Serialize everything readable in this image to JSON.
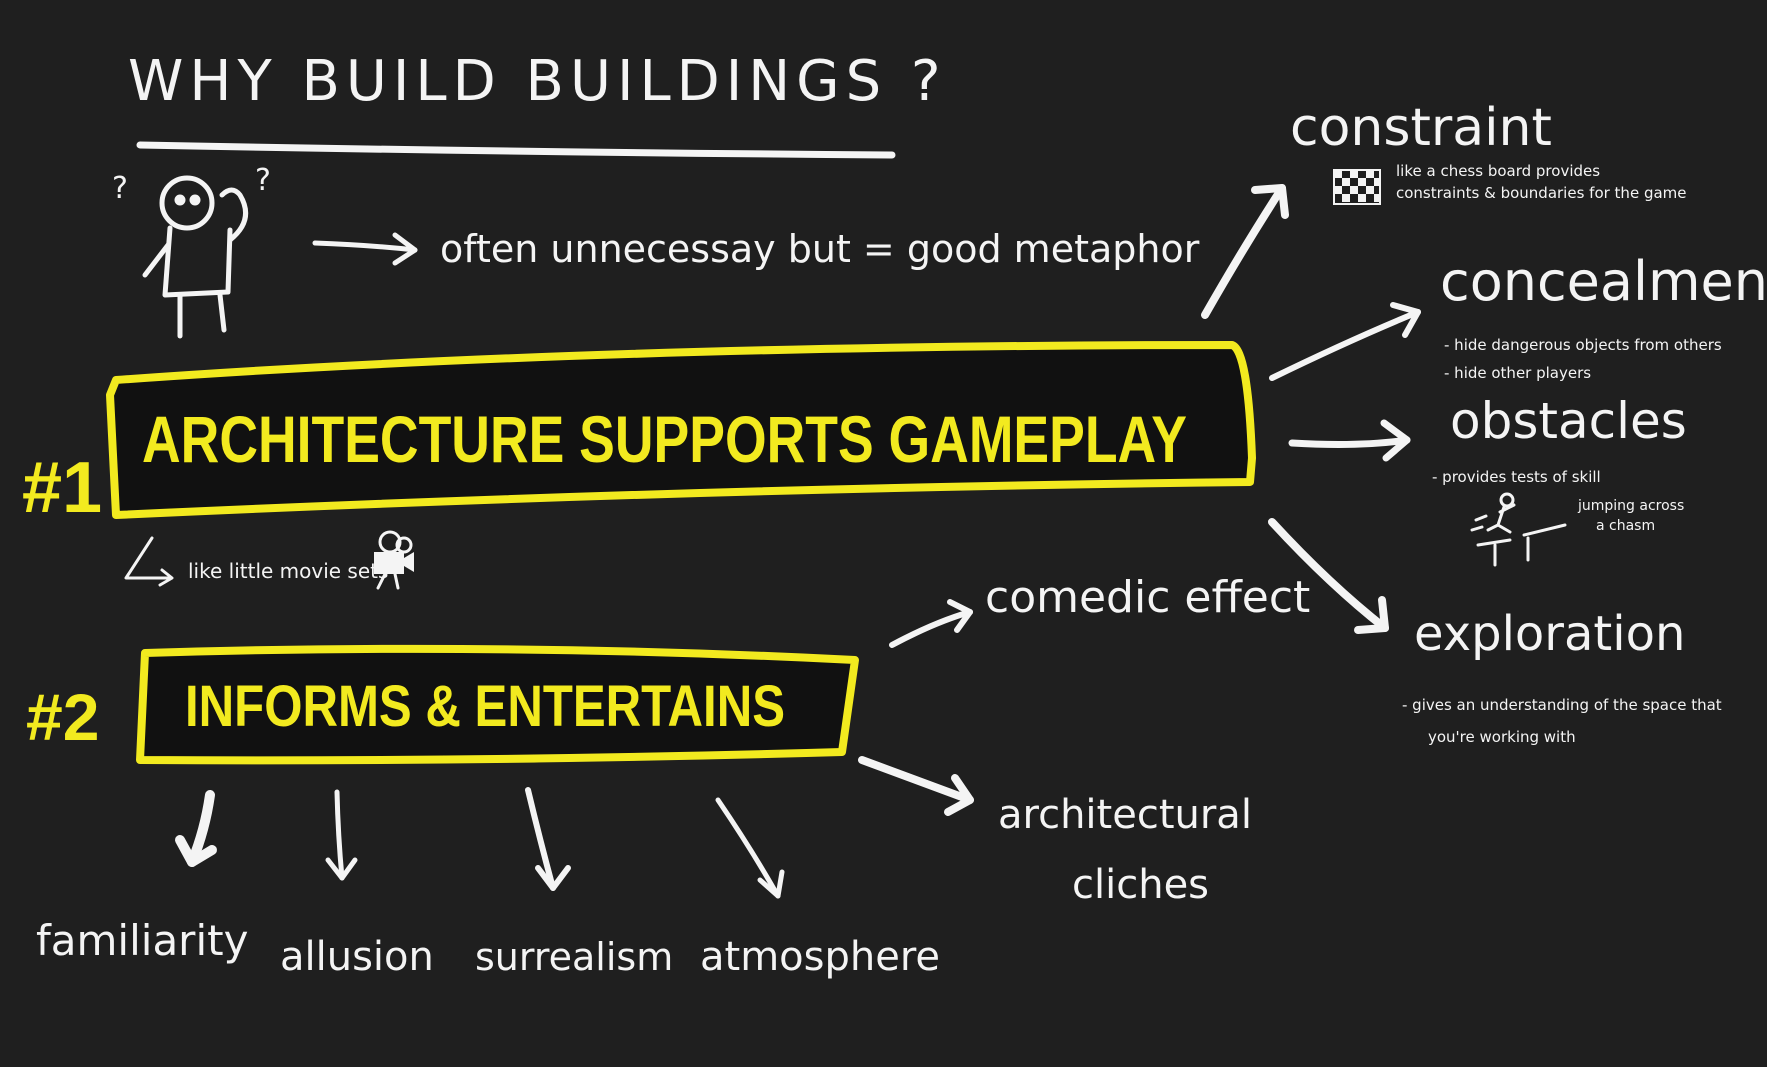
{
  "title": "WHY BUILD BUILDINGS ?",
  "intro": "often unnecessay but = good metaphor",
  "question_mark": "?",
  "principle1": {
    "number": "#1",
    "label": "ARCHITECTURE SUPPORTS GAMEPLAY",
    "note": "like little movie sets",
    "branches": [
      {
        "title": "constraint",
        "notes": [
          "like a chess board provides",
          "constraints & boundaries for the game"
        ]
      },
      {
        "title": "concealment",
        "notes": [
          "- hide dangerous objects from others",
          "- hide other players"
        ]
      },
      {
        "title": "obstacles",
        "notes": [
          "- provides tests of skill",
          "jumping across",
          "a chasm"
        ]
      },
      {
        "title": "exploration",
        "notes": [
          "- gives an understanding of the space that",
          "you're working with"
        ]
      }
    ]
  },
  "principle2": {
    "number": "#2",
    "label": "INFORMS & ENTERTAINS",
    "side_branches": [
      "comedic effect",
      "architectural",
      "cliches"
    ],
    "bottom_branches": [
      "familiarity",
      "allusion",
      "surrealism",
      "atmosphere"
    ]
  },
  "colors": {
    "background": "#1f1f1f",
    "ink": "#f4f4f4",
    "highlight": "#f2ea1f",
    "box_fill": "#111111"
  },
  "icons": [
    "stick-figure-icon",
    "movie-camera-icon",
    "chessboard-icon",
    "jumping-figure-icon"
  ]
}
